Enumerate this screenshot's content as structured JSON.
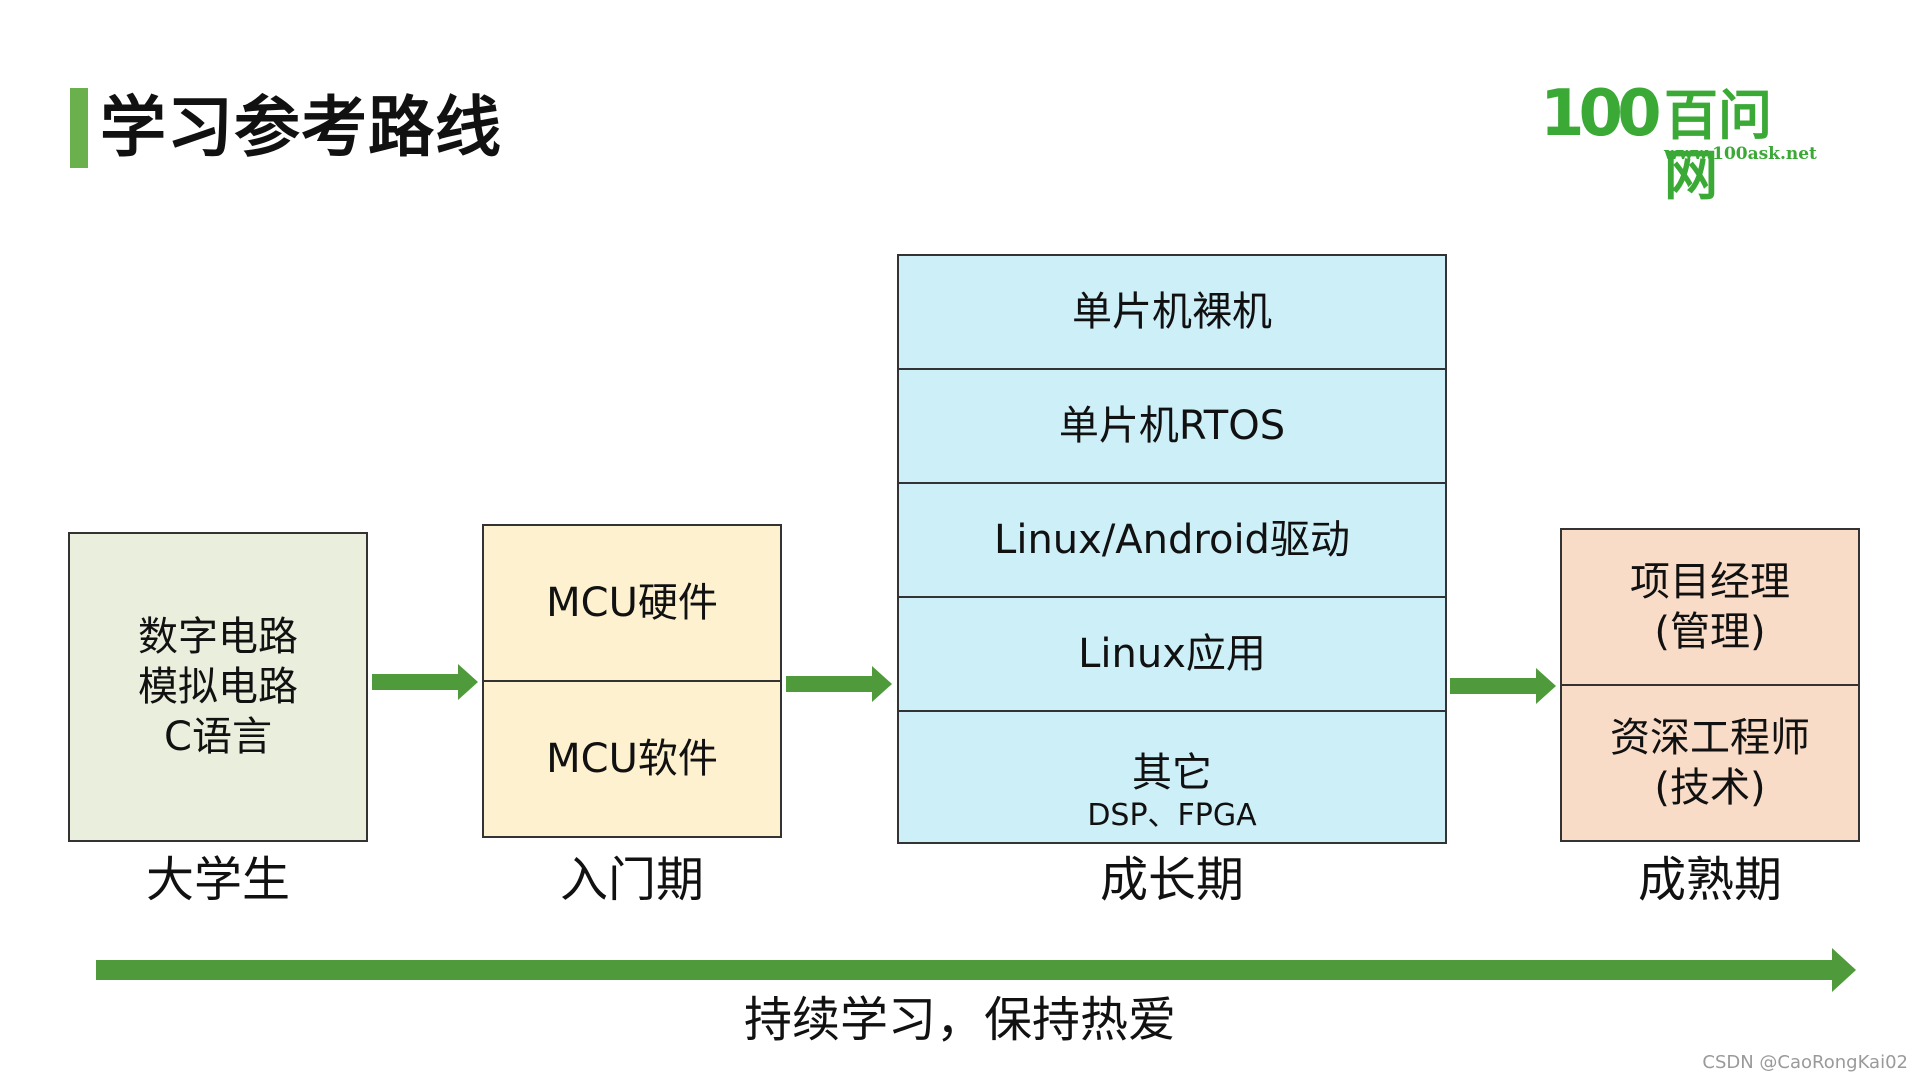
{
  "title": "学习参考路线",
  "logo": {
    "number": "100",
    "cn": "百问网",
    "url": "www.100ask.net"
  },
  "stages": [
    {
      "label": "大学生",
      "lines": [
        "数字电路",
        "模拟电路",
        "C语言"
      ]
    },
    {
      "label": "入门期",
      "cells": [
        "MCU硬件",
        "MCU软件"
      ]
    },
    {
      "label": "成长期",
      "cells": [
        "单片机裸机",
        "单片机RTOS",
        "Linux/Android驱动",
        "Linux应用",
        "其它"
      ],
      "last_sub": "DSP、FPGA"
    },
    {
      "label": "成熟期",
      "cells": [
        [
          "项目经理",
          "(管理)"
        ],
        [
          "资深工程师",
          "(技术)"
        ]
      ]
    }
  ],
  "bottom_text": "持续学习，保持热爱",
  "watermark": "CSDN @CaoRongKai02",
  "colors": {
    "accent_green": "#4f9a3a",
    "box_green": "#e9efdc",
    "box_yellow": "#fdf1cf",
    "box_blue": "#cdeff8",
    "box_peach": "#f8dcc8"
  }
}
